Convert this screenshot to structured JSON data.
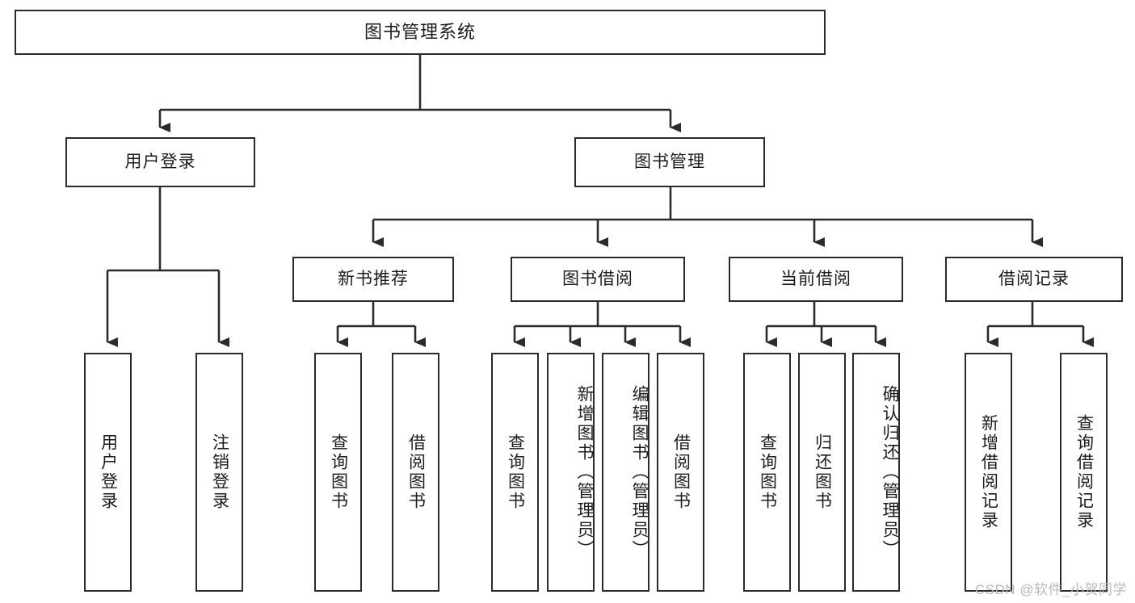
{
  "diagram": {
    "title": "图书管理系统",
    "type": "function-tree",
    "watermark": "CSDN @软件_小贺同学",
    "colors": {
      "stroke": "#2b2b2b",
      "text": "#1c1c1c",
      "background": "#ffffff",
      "watermark": "#b9b9b9"
    },
    "levels": {
      "root": {
        "label": "图书管理系统"
      },
      "level2": [
        {
          "id": "user-login",
          "label": "用户登录"
        },
        {
          "id": "book-manage",
          "label": "图书管理"
        }
      ],
      "level3": [
        {
          "id": "new-book-recommend",
          "label": "新书推荐"
        },
        {
          "id": "book-borrow",
          "label": "图书借阅"
        },
        {
          "id": "current-borrow",
          "label": "当前借阅"
        },
        {
          "id": "borrow-record",
          "label": "借阅记录"
        }
      ],
      "leaves": [
        {
          "id": "leaf-user-login",
          "label": "用户登录",
          "parent": "user-login"
        },
        {
          "id": "leaf-logout-login",
          "label": "注销登录",
          "parent": "user-login"
        },
        {
          "id": "leaf-query-book-1",
          "label": "查询图书",
          "parent": "new-book-recommend"
        },
        {
          "id": "leaf-borrow-book-1",
          "label": "借阅图书",
          "parent": "new-book-recommend"
        },
        {
          "id": "leaf-query-book-2",
          "label": "查询图书",
          "parent": "book-borrow"
        },
        {
          "id": "leaf-add-book-admin",
          "label": "新增图书（管理员）",
          "parent": "book-borrow"
        },
        {
          "id": "leaf-edit-book-admin",
          "label": "编辑图书（管理员）",
          "parent": "book-borrow"
        },
        {
          "id": "leaf-borrow-book-2",
          "label": "借阅图书",
          "parent": "book-borrow"
        },
        {
          "id": "leaf-query-book-3",
          "label": "查询图书",
          "parent": "current-borrow"
        },
        {
          "id": "leaf-return-book",
          "label": "归还图书",
          "parent": "current-borrow"
        },
        {
          "id": "leaf-confirm-return-admin",
          "label": "确认归还（管理员）",
          "parent": "current-borrow"
        },
        {
          "id": "leaf-add-borrow-record",
          "label": "新增借阅记录",
          "parent": "borrow-record"
        },
        {
          "id": "leaf-query-borrow-record",
          "label": "查询借阅记录",
          "parent": "borrow-record"
        }
      ]
    }
  }
}
